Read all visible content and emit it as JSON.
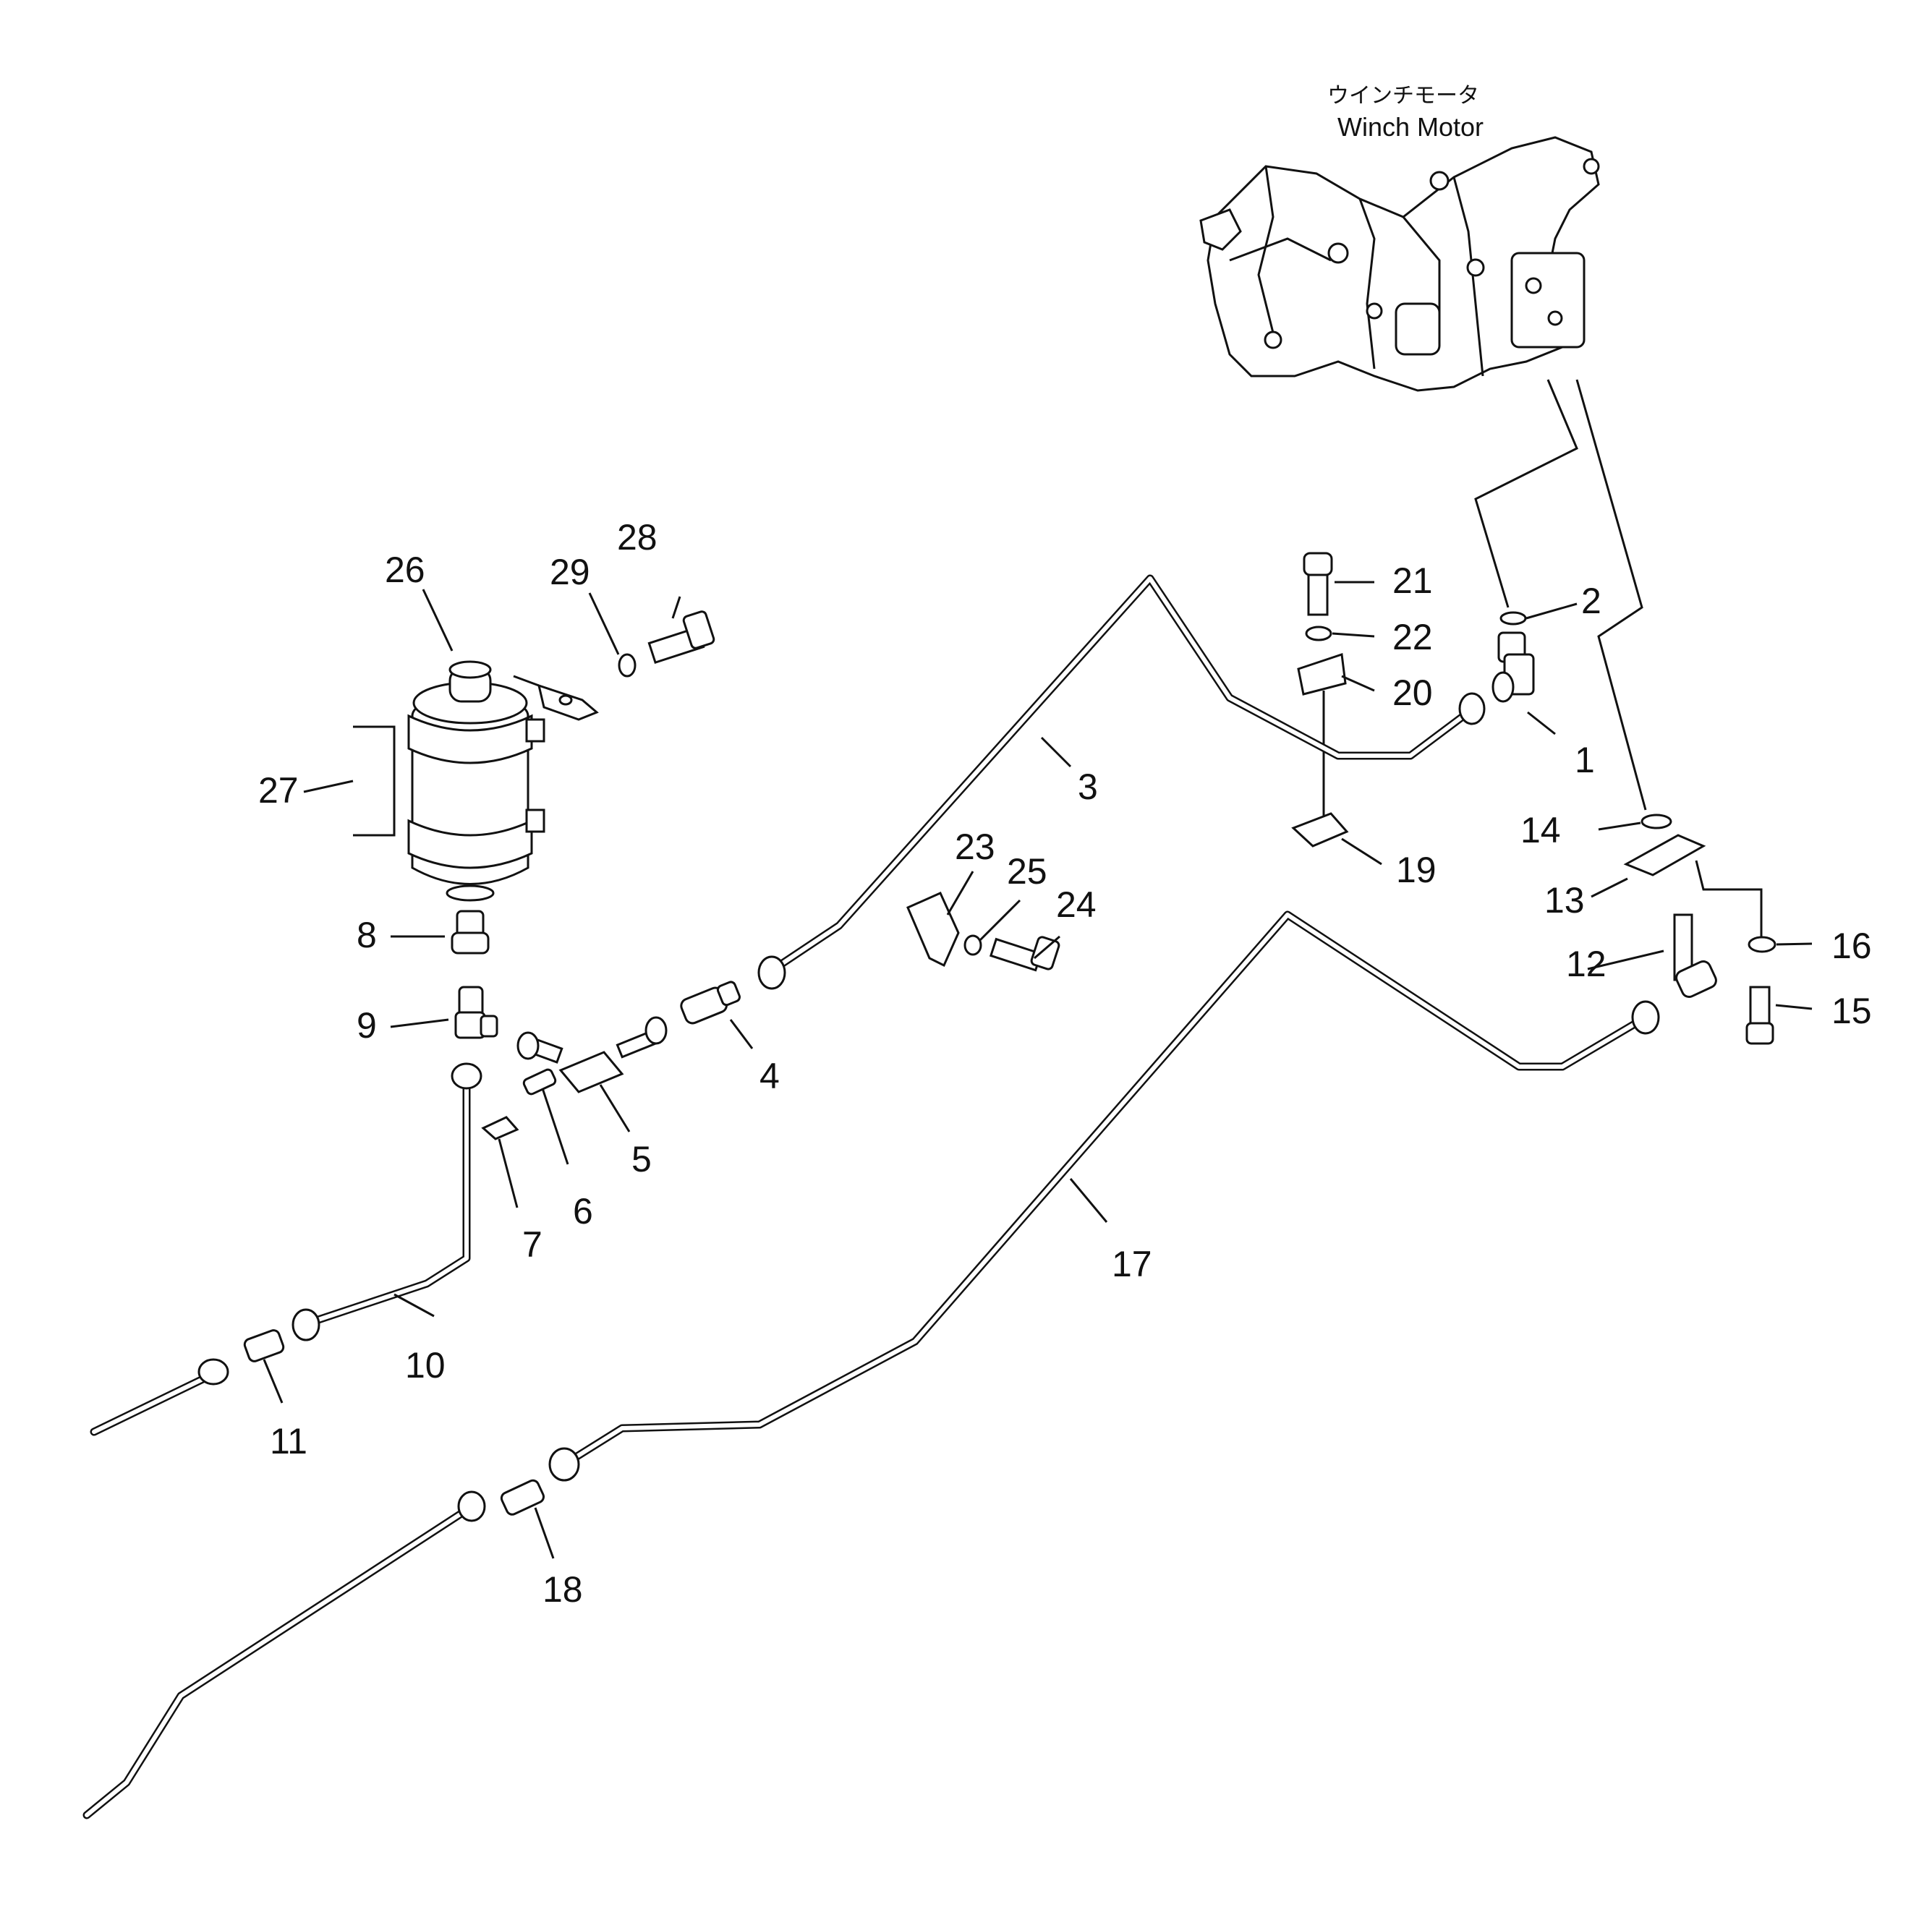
{
  "title": {
    "jp": "ウインチモータ",
    "en": "Winch  Motor"
  },
  "callouts": [
    "1",
    "2",
    "3",
    "4",
    "5",
    "6",
    "7",
    "8",
    "9",
    "10",
    "11",
    "12",
    "13",
    "14",
    "15",
    "16",
    "17",
    "18",
    "19",
    "20",
    "21",
    "22",
    "23",
    "24",
    "25",
    "26",
    "27",
    "28",
    "29"
  ]
}
